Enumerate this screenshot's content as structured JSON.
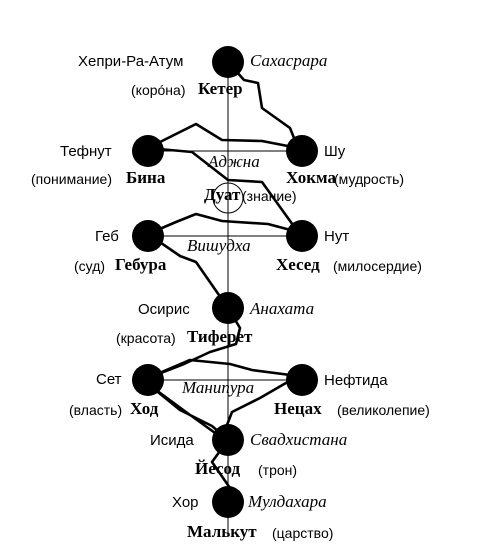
{
  "nodes": [
    {
      "id": "keter",
      "deity": "Хепри-Ра-Атум",
      "sefira": "Кетер",
      "meaning": "(корóна)",
      "chakra": "Сахасрара"
    },
    {
      "id": "bina",
      "deity": "Тефнут",
      "sefira": "Бина",
      "meaning": "(понимание)"
    },
    {
      "id": "hokma",
      "deity": "Шу",
      "sefira": "Хокма",
      "meaning": "(мудрость)"
    },
    {
      "id": "duat",
      "sefira": "Дуат",
      "meaning": "(знание)"
    },
    {
      "id": "gebura",
      "deity": "Геб",
      "sefira": "Гебура",
      "meaning": "(суд)"
    },
    {
      "id": "hesed",
      "deity": "Нут",
      "sefira": "Хесед",
      "meaning": "(милосердие)"
    },
    {
      "id": "tiferet",
      "deity": "Осирис",
      "sefira": "Тиферет",
      "meaning": "(красота)",
      "chakra": "Анахата"
    },
    {
      "id": "hod",
      "deity": "Сет",
      "sefira": "Ход",
      "meaning": "(власть)"
    },
    {
      "id": "netsah",
      "deity": "Нефтида",
      "sefira": "Нецах",
      "meaning": "(великолепие)"
    },
    {
      "id": "yesod",
      "deity": "Исида",
      "sefira": "Йесод",
      "meaning": "(трон)",
      "chakra": "Свадхистана"
    },
    {
      "id": "malkut",
      "deity": "Хор",
      "sefira": "Малькут",
      "meaning": "(царство)",
      "chakra": "Мулдахара"
    }
  ],
  "chakras": {
    "ajna": "Аджна",
    "vishuddha": "Вишудха",
    "manipura": "Манипура"
  }
}
